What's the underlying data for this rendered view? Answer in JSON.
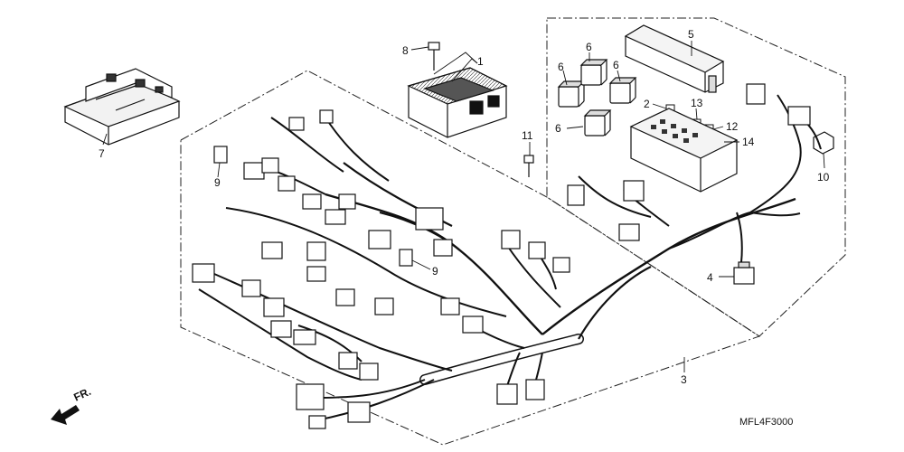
{
  "diagram": {
    "callouts": [
      "8",
      "1",
      "7",
      "5",
      "6",
      "6",
      "6",
      "6",
      "2",
      "13",
      "12",
      "14",
      "11",
      "9",
      "9",
      "10",
      "4",
      "3"
    ],
    "code": "MFL4F3000",
    "direction": "FR."
  }
}
